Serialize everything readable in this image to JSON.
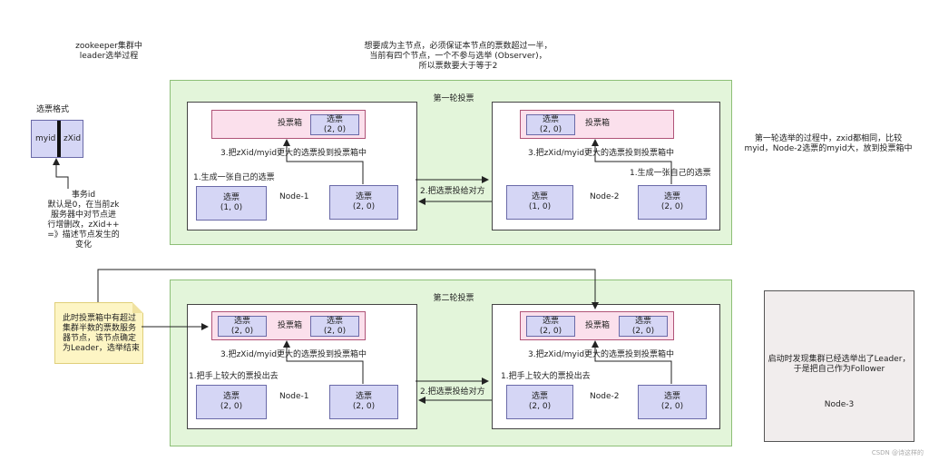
{
  "title": {
    "line1": "zookeeper集群中",
    "line2": "leader选举过程"
  },
  "top_note": {
    "line1": "想要成为主节点，必须保证本节点的票数超过一半，",
    "line2": "当前有四个节点，一个不参与选举 (Observer)，",
    "line3": "所以票数要大于等于2"
  },
  "format": {
    "title": "选票格式",
    "myid": "myid",
    "zxid": "zXid"
  },
  "txid_note": {
    "l1": "事务id",
    "l2": "默认是0，在当前zk",
    "l3": "服务器中对节点进",
    "l4": "行增删改，zXid++",
    "l5": "=》描述节点发生的",
    "l6": "变化"
  },
  "right_note": {
    "l1": "第一轮选举的过程中，zxid都相同，比较",
    "l2": "myid，Node-2选票的myid大，放到投票箱中"
  },
  "sticky": {
    "l1": "此时投票箱中有超过",
    "l2": "集群半数的票数服务",
    "l3": "器节点，该节点确定",
    "l4": "为Leader，选举结束"
  },
  "round1": {
    "title": "第一轮投票",
    "exchange": "2.把选票投给对方",
    "n1": {
      "name": "Node-1",
      "box": "投票箱",
      "step1": "1.生成一张自己的选票",
      "step3": "3.把zXid/myid更大的选票投到投票箱中",
      "box_vote": {
        "l1": "选票",
        "l2": "(2, 0)"
      },
      "vote_a": {
        "l1": "选票",
        "l2": "(1, 0)"
      },
      "vote_b": {
        "l1": "选票",
        "l2": "(2, 0)"
      }
    },
    "n2": {
      "name": "Node-2",
      "box": "投票箱",
      "step1": "1.生成一张自己的选票",
      "step3": "3.把zXid/myid更大的选票投到投票箱中",
      "box_vote": {
        "l1": "选票",
        "l2": "(2, 0)"
      },
      "vote_a": {
        "l1": "选票",
        "l2": "(1, 0)"
      },
      "vote_b": {
        "l1": "选票",
        "l2": "(2, 0)"
      }
    }
  },
  "round2": {
    "title": "第二轮投票",
    "exchange": "2.把选票投给对方",
    "n1": {
      "name": "Node-1",
      "box": "投票箱",
      "step1": "1.把手上较大的票投出去",
      "step3": "3.把zXid/myid更大的选票投到投票箱中",
      "box_vote1": {
        "l1": "选票",
        "l2": "(2, 0)"
      },
      "box_vote2": {
        "l1": "选票",
        "l2": "(2, 0)"
      },
      "vote_a": {
        "l1": "选票",
        "l2": "(2, 0)"
      },
      "vote_b": {
        "l1": "选票",
        "l2": "(2, 0)"
      }
    },
    "n2": {
      "name": "Node-2",
      "box": "投票箱",
      "step1": "1.把手上较大的票投出去",
      "step3": "3.把zXid/myid更大的选票投到投票箱中",
      "box_vote1": {
        "l1": "选票",
        "l2": "(2, 0)"
      },
      "box_vote2": {
        "l1": "选票",
        "l2": "(2, 0)"
      },
      "vote_a": {
        "l1": "选票",
        "l2": "(2, 0)"
      },
      "vote_b": {
        "l1": "选票",
        "l2": "(2, 0)"
      }
    }
  },
  "node3": {
    "l1": "启动时发现集群已经选举出了Leader，",
    "l2": "于是把自己作为Follower",
    "name": "Node-3"
  },
  "watermark": "CSDN @诗这样的"
}
